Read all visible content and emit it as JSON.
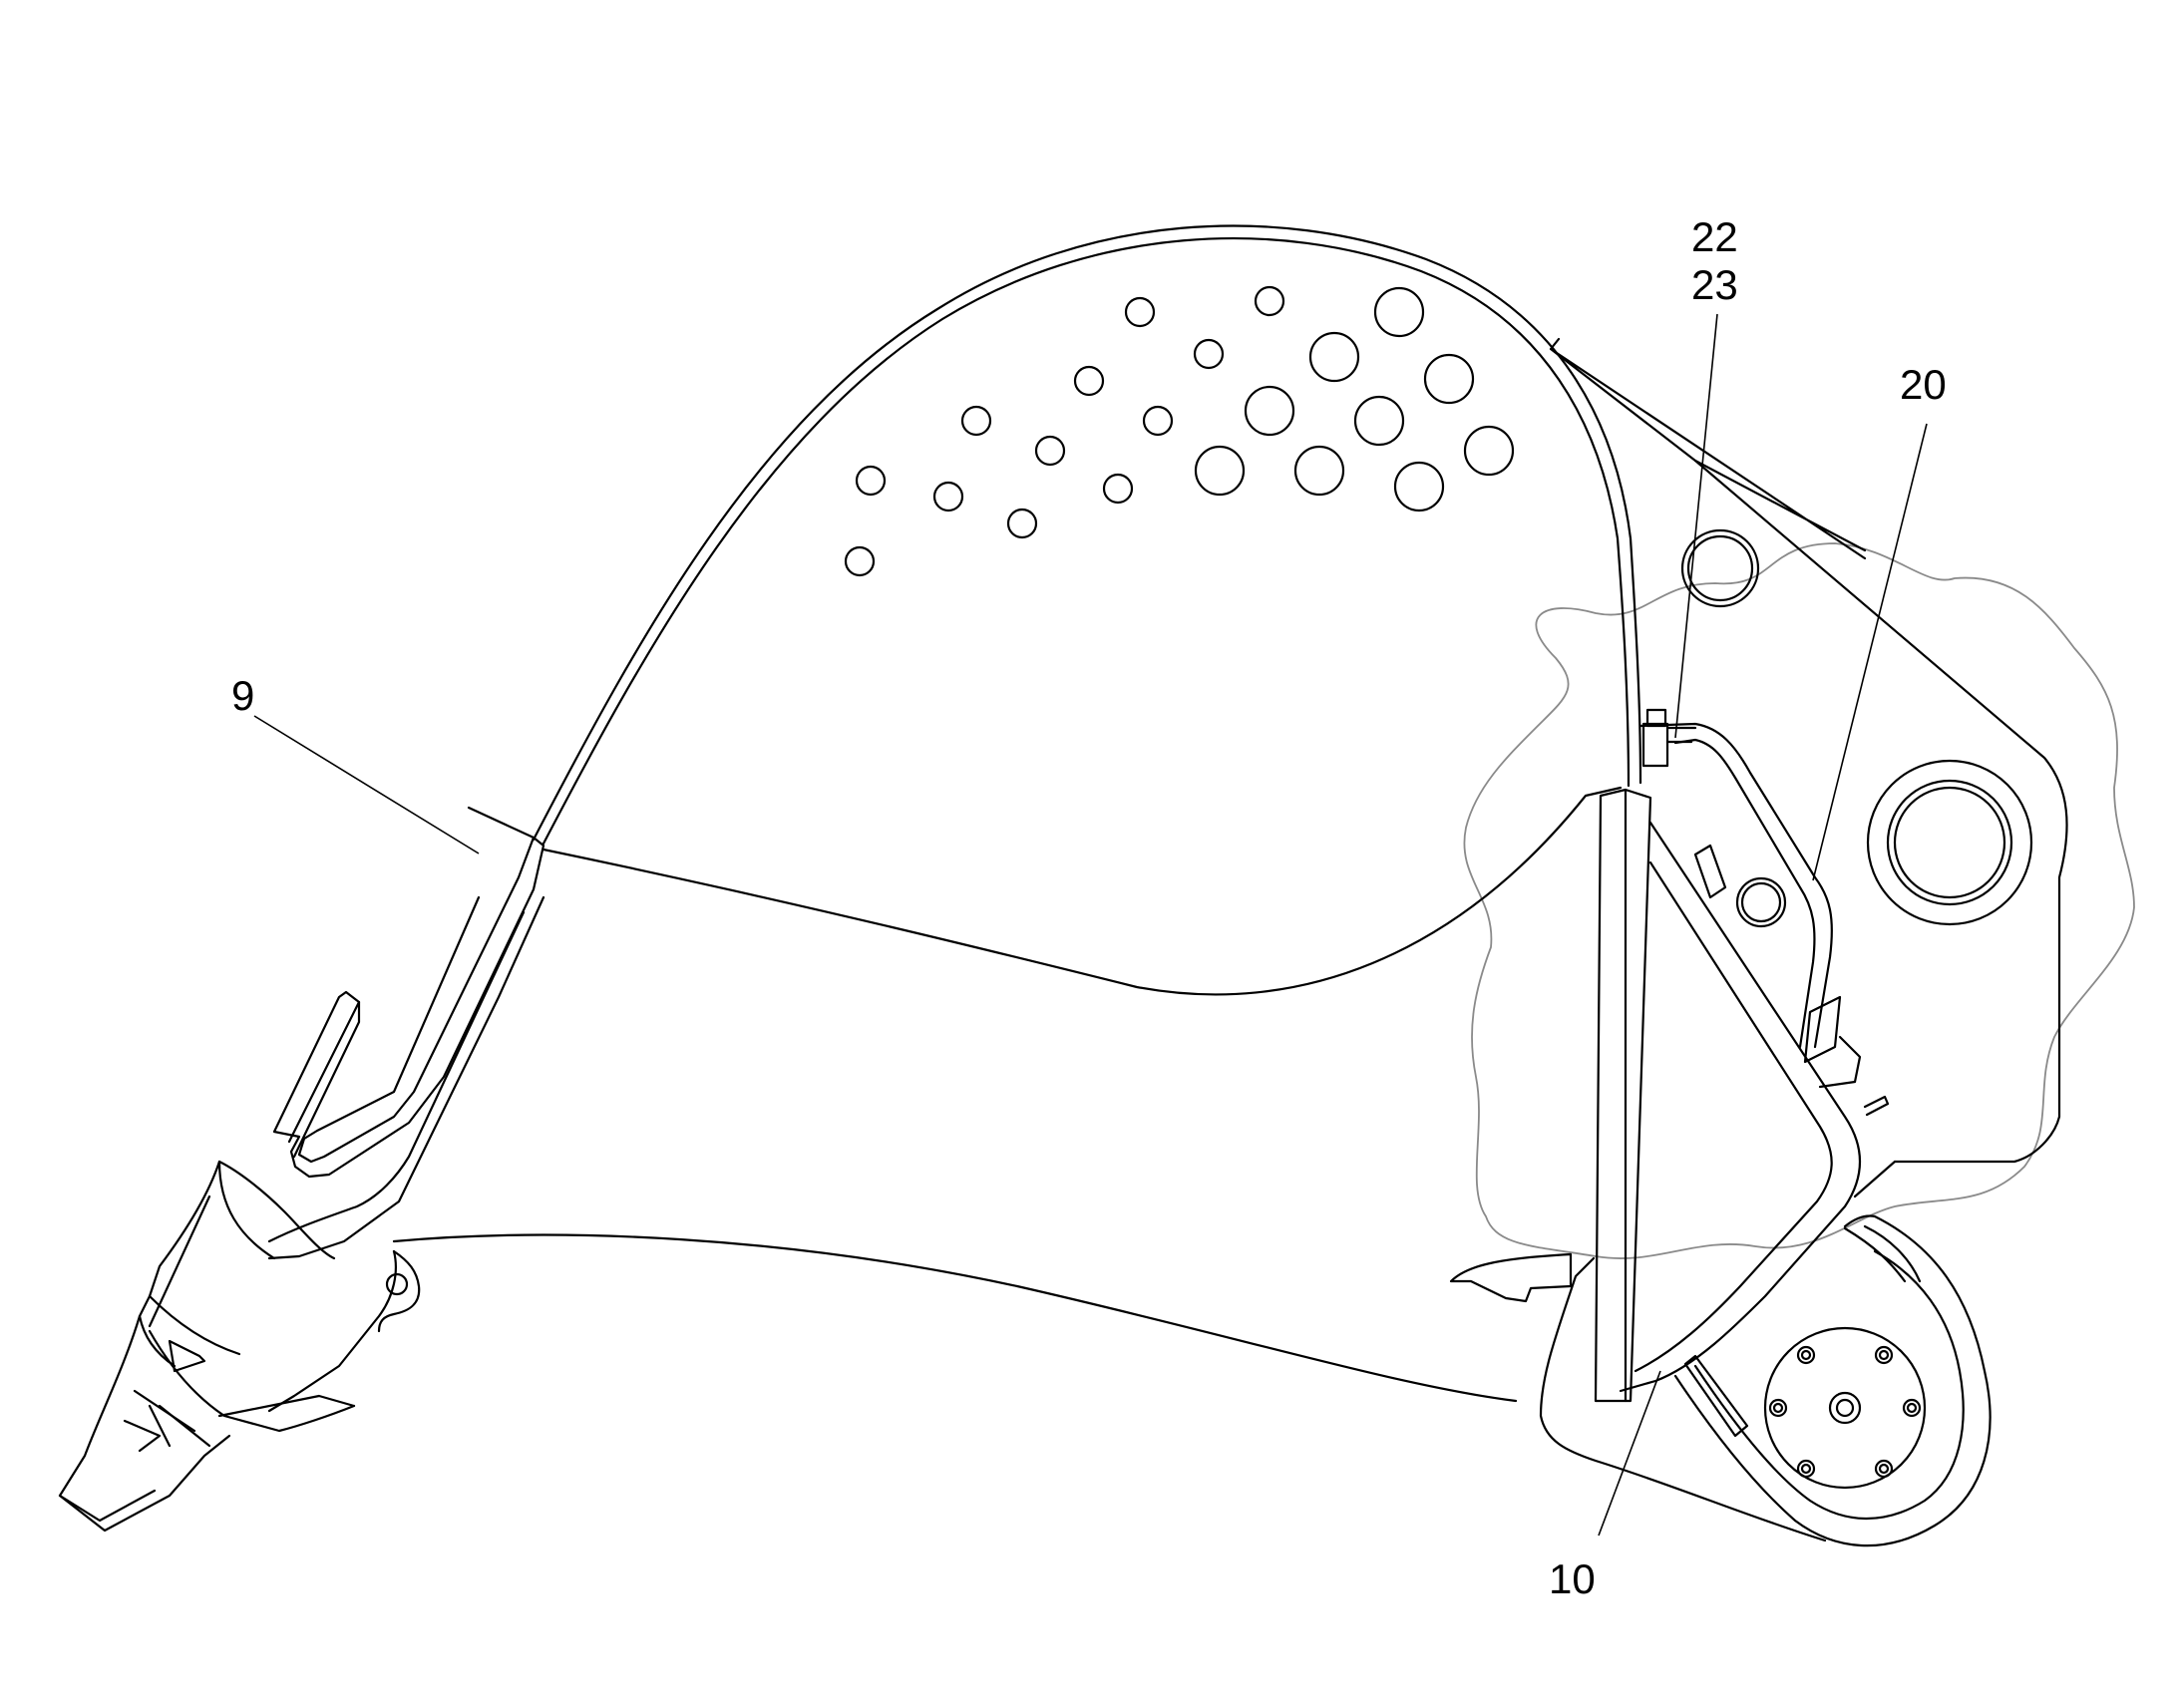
{
  "labels": {
    "l9": "9",
    "l22": "22",
    "l23": "23",
    "l20": "20",
    "l10": "10"
  }
}
